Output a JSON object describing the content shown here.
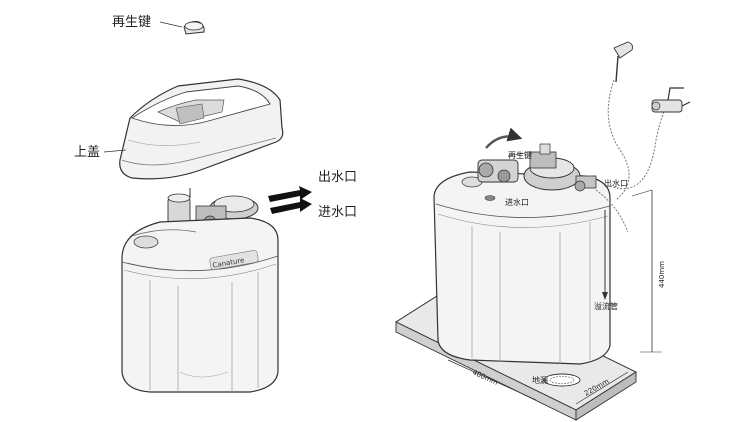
{
  "left_figure": {
    "regen_key_label": "再生键",
    "top_cover_label": "上盖",
    "outlet_label": "出水口",
    "inlet_label": "进水口",
    "brand_text": "Canature"
  },
  "right_figure": {
    "regen_key_label": "再生键",
    "outlet_label": "出水口",
    "inlet_label": "进水口",
    "drain_pipe_label": "溢流管",
    "floor_drain_label": "地漏",
    "height_dim": "440mm",
    "width_dim": "400mm",
    "depth_dim": "220mm"
  },
  "icons": [
    "shower-head-icon",
    "faucet-icon",
    "rotate-arrow-icon",
    "flow-arrow-icon"
  ]
}
